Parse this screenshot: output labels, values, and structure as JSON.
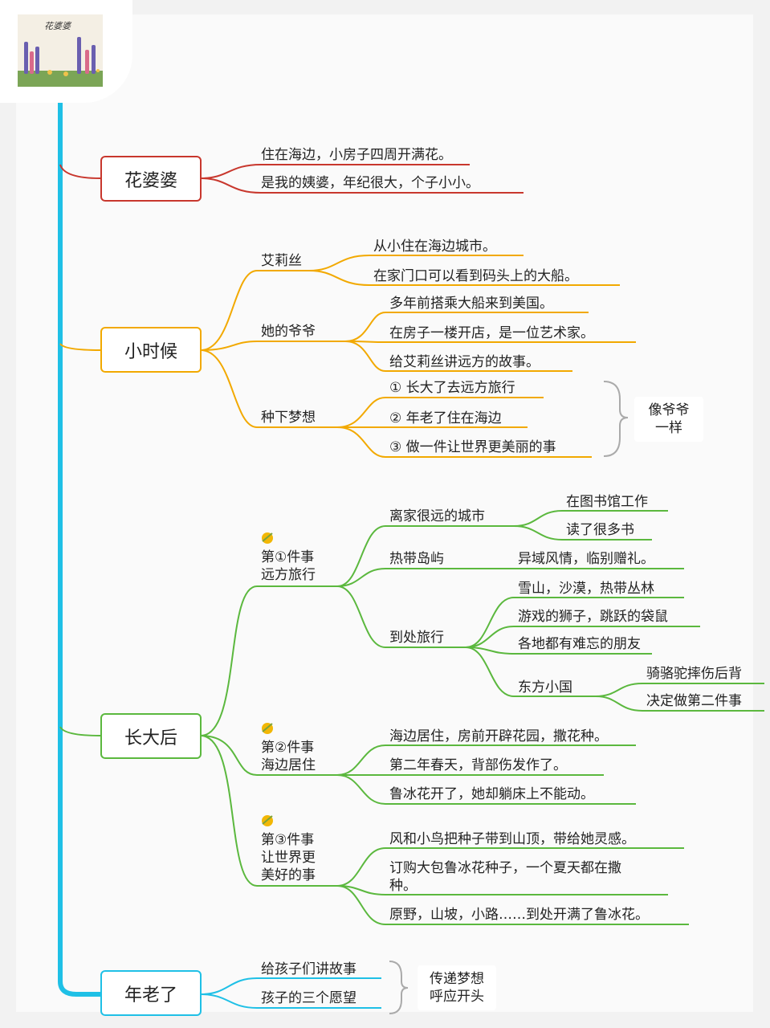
{
  "cover": {
    "title": "花婆婆"
  },
  "colors": {
    "spine": "#1fc0e6",
    "red": "#c8372d",
    "orange": "#f2a900",
    "green": "#5bb83e",
    "cyan": "#1fc0e6",
    "brace": "#aaaaaa"
  },
  "s1": {
    "title": "花婆婆",
    "items": [
      "住在海边，小房子四周开满花。",
      "是我的姨婆，年纪很大，个子小小。"
    ]
  },
  "s2": {
    "title": "小时候",
    "alice": {
      "label": "艾莉丝",
      "items": [
        "从小住在海边城市。",
        "在家门口可以看到码头上的大船。"
      ]
    },
    "grandpa": {
      "label": "她的爷爷",
      "items": [
        "多年前搭乘大船来到美国。",
        "在房子一楼开店，是一位艺术家。",
        "给艾莉丝讲远方的故事。"
      ]
    },
    "dream": {
      "label": "种下梦想",
      "items": [
        "① 长大了去远方旅行",
        "② 年老了住在海边",
        "③ 做一件让世界更美丽的事"
      ]
    },
    "note": "像爷爷\n一样"
  },
  "s3": {
    "title": "长大后",
    "t1": {
      "label": "第①件事\n远方旅行",
      "city": {
        "label": "离家很远的城市",
        "items": [
          "在图书馆工作",
          "读了很多书"
        ]
      },
      "island": {
        "label": "热带岛屿",
        "item": "异域风情，临别赠礼。"
      },
      "travel": {
        "label": "到处旅行",
        "items": [
          "雪山，沙漠，热带丛林",
          "游戏的狮子，跳跃的袋鼠",
          "各地都有难忘的朋友"
        ],
        "east": {
          "label": "东方小国",
          "items": [
            "骑骆驼摔伤后背",
            "决定做第二件事"
          ]
        }
      }
    },
    "t2": {
      "label": "第②件事\n海边居住",
      "items": [
        "海边居住，房前开辟花园，撒花种。",
        "第二年春天，背部伤发作了。",
        "鲁冰花开了，她却躺床上不能动。"
      ]
    },
    "t3": {
      "label": "第③件事\n让世界更\n美好的事",
      "items": [
        "风和小鸟把种子带到山顶，带给她灵感。",
        "订购大包鲁冰花种子，一个夏天都在撒种。",
        "原野，山坡，小路……到处开满了鲁冰花。"
      ]
    }
  },
  "s4": {
    "title": "年老了",
    "items": [
      "给孩子们讲故事",
      "孩子的三个愿望"
    ],
    "note": "传递梦想\n呼应开头"
  }
}
